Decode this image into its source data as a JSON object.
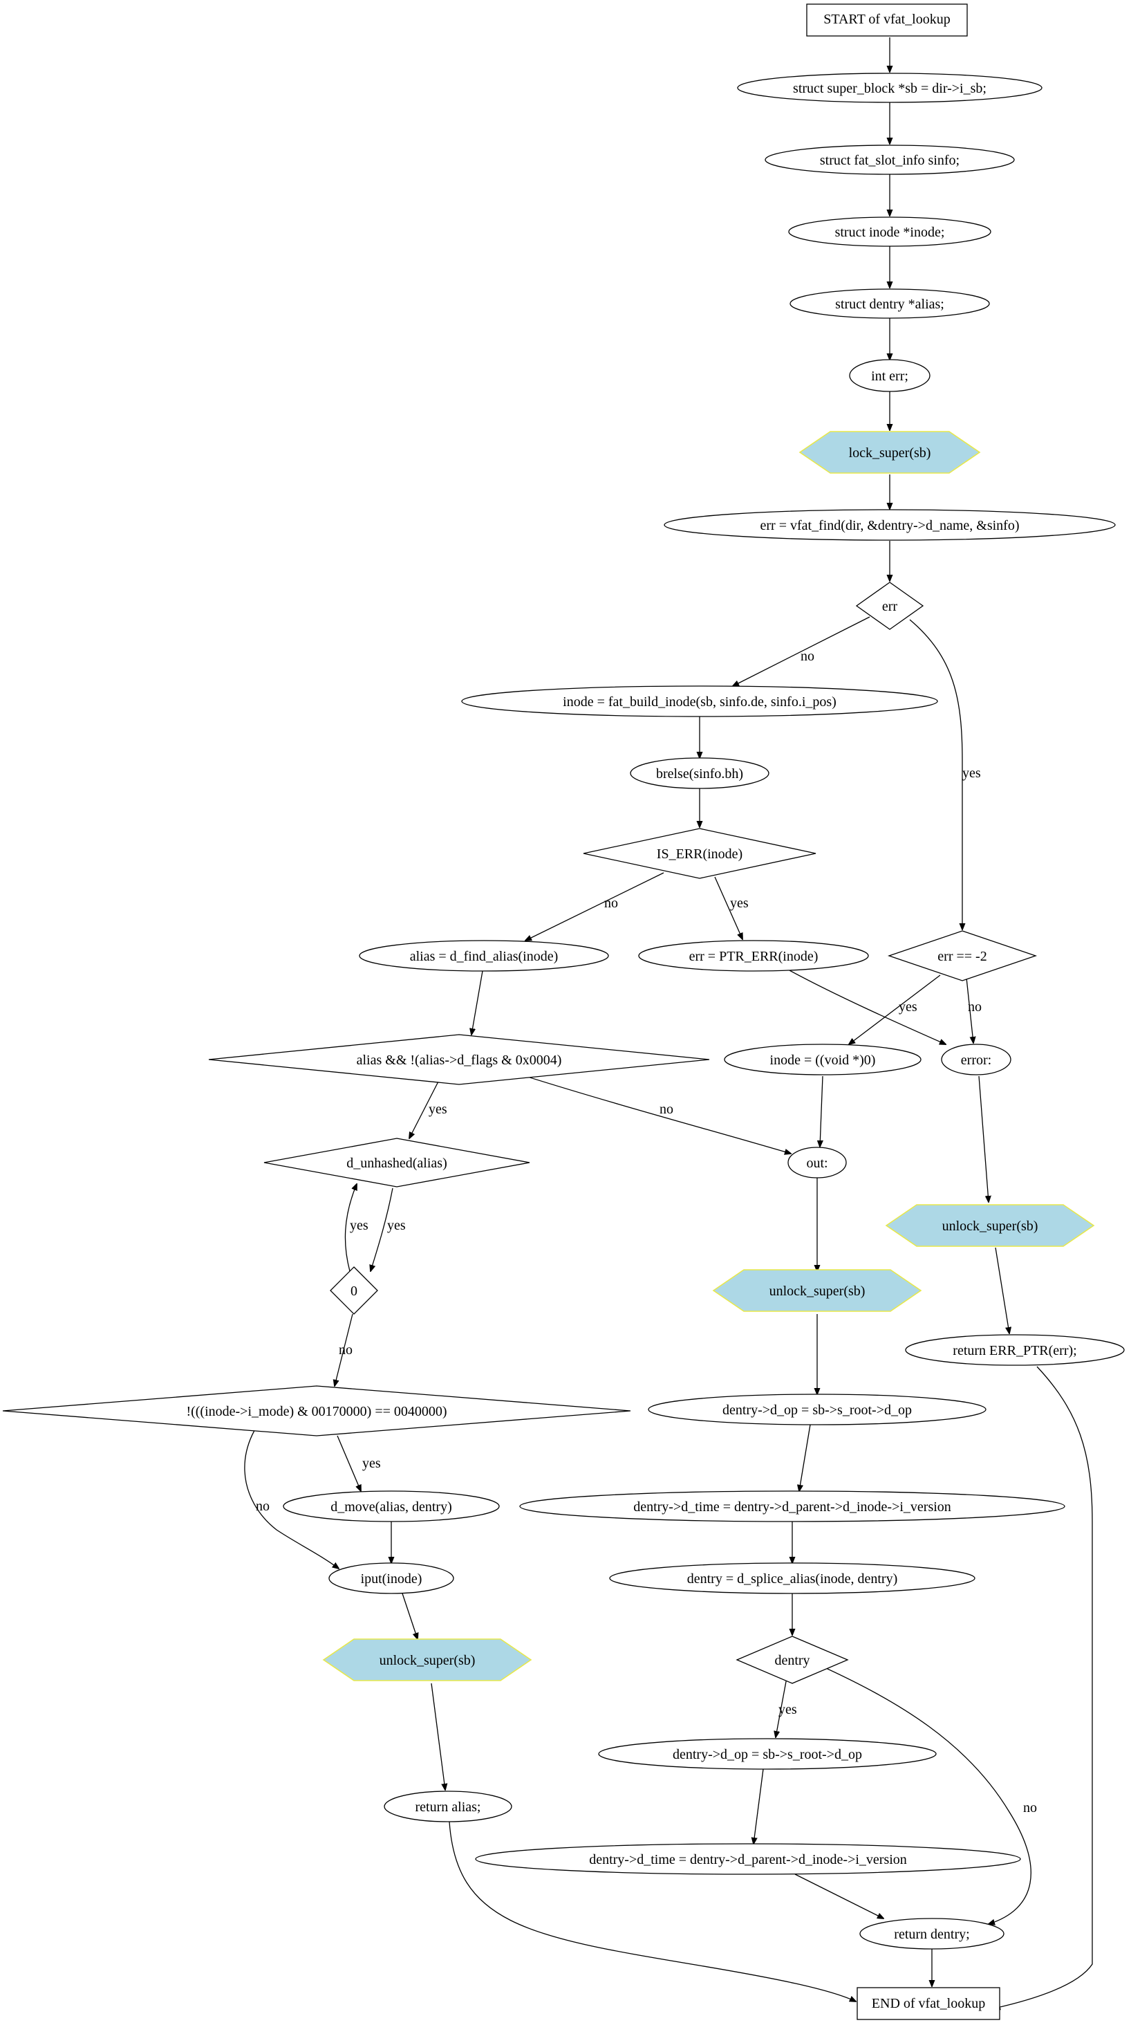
{
  "nodes": {
    "start": "START of vfat_lookup",
    "sb": "struct super_block *sb = dir->i_sb;",
    "sinfo": "struct fat_slot_info sinfo;",
    "inode_decl": "struct inode *inode;",
    "alias_decl": "struct dentry *alias;",
    "err_decl": "int err;",
    "lock": "lock_super(sb)",
    "find": "err = vfat_find(dir, &dentry->d_name, &sinfo)",
    "err_check": "err",
    "build": "inode = fat_build_inode(sb, sinfo.de, sinfo.i_pos)",
    "brelse": "brelse(sinfo.bh)",
    "is_err": "IS_ERR(inode)",
    "find_alias": "alias = d_find_alias(inode)",
    "ptr_err": "err = PTR_ERR(inode)",
    "err_eq": "err == -2",
    "alias_check": "alias && !(alias->d_flags & 0x0004)",
    "inode_null": "inode = ((void *)0)",
    "error_label": "error:",
    "out_label": "out:",
    "d_unhashed": "d_unhashed(alias)",
    "unlock_err": "unlock_super(sb)",
    "zero": "0",
    "unlock_out": "unlock_super(sb)",
    "return_err": "return ERR_PTR(err);",
    "d_op_1": "dentry->d_op = sb->s_root->d_op",
    "imode": "!(((inode->i_mode) & 00170000) == 0040000)",
    "d_move": "d_move(alias, dentry)",
    "d_time_1": "dentry->d_time = dentry->d_parent->d_inode->i_version",
    "iput": "iput(inode)",
    "splice": "dentry = d_splice_alias(inode, dentry)",
    "unlock_alias": "unlock_super(sb)",
    "dentry_check": "dentry",
    "d_op_2": "dentry->d_op = sb->s_root->d_op",
    "return_alias": "return alias;",
    "d_time_2": "dentry->d_time = dentry->d_parent->d_inode->i_version",
    "return_dentry": "return dentry;",
    "end": "END of vfat_lookup"
  },
  "edge_labels": {
    "no": "no",
    "yes": "yes"
  }
}
